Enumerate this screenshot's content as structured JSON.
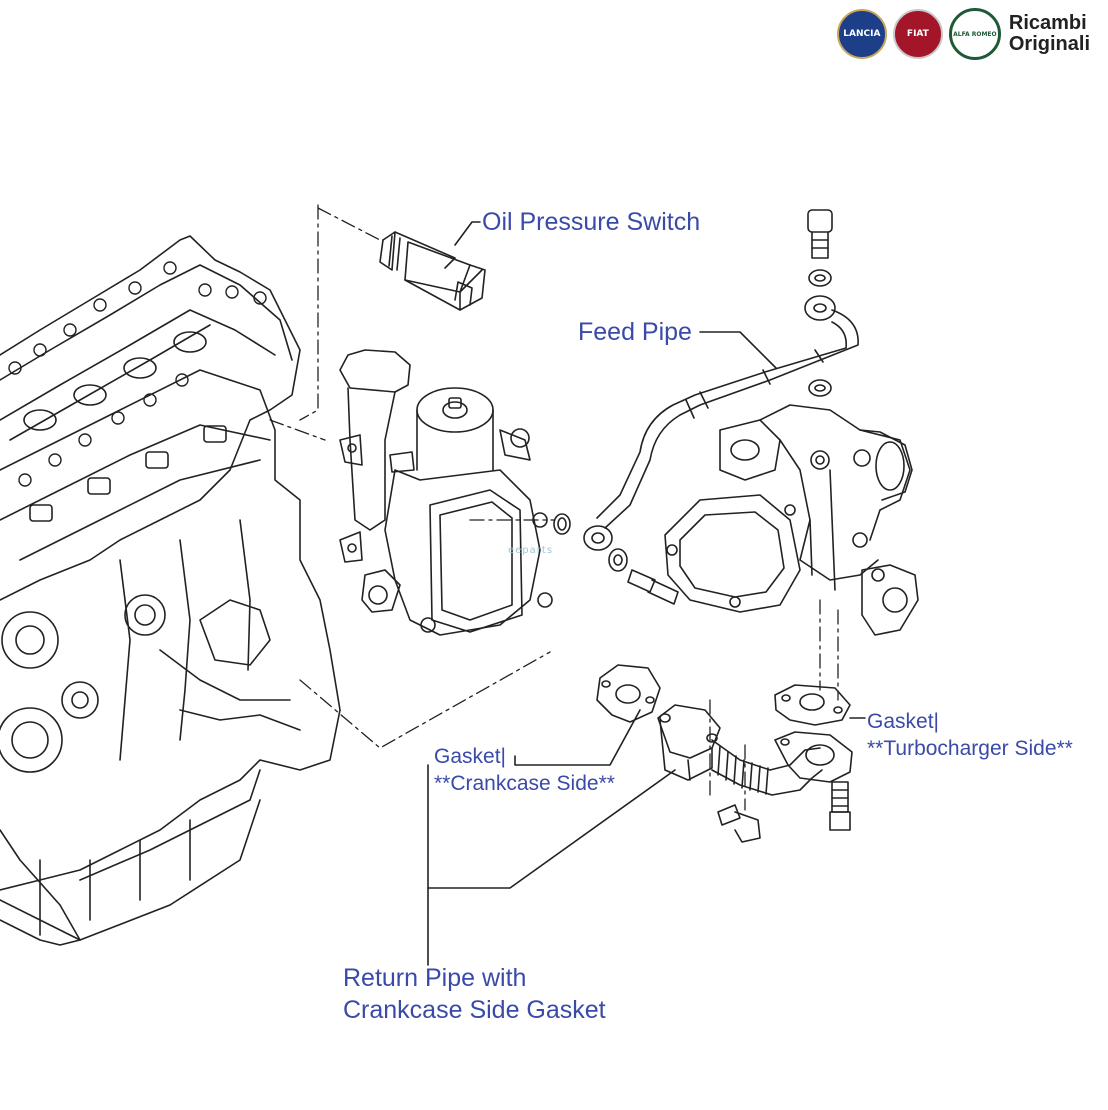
{
  "brand": {
    "line1": "Ricambi",
    "line2": "Originali",
    "badges": [
      {
        "name": "lancia-logo",
        "text": "LANCIA",
        "color": "#1d3f8a"
      },
      {
        "name": "fiat-logo",
        "text": "FIAT",
        "color": "#a3162a"
      },
      {
        "name": "alfa-romeo-logo",
        "text": "ALFA ROMEO",
        "color": "#1f5a36"
      }
    ]
  },
  "labels": {
    "oil_pressure_switch": "Oil Pressure Switch",
    "feed_pipe": "Feed Pipe",
    "gasket_turbo_1": "Gasket|",
    "gasket_turbo_2": "**Turbocharger Side**",
    "gasket_crank_1": "Gasket|",
    "gasket_crank_2": "**Crankcase Side**",
    "return_pipe_1": "Return Pipe with",
    "return_pipe_2": "Crankcase Side Gasket"
  },
  "watermark": "eeparts"
}
